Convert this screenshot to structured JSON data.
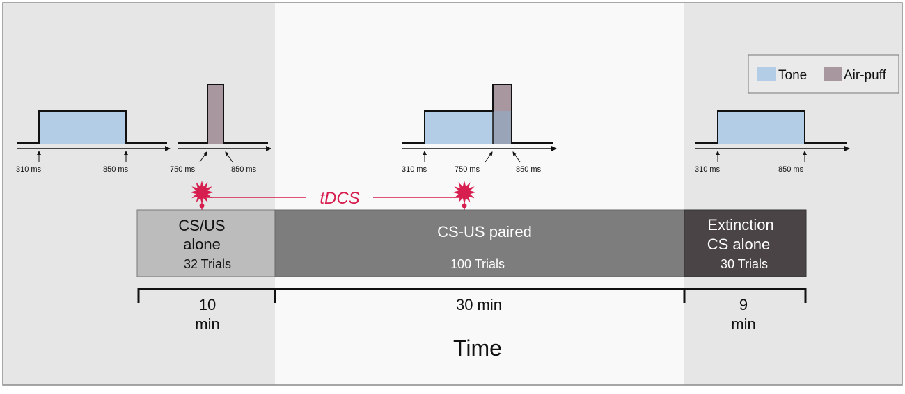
{
  "colors": {
    "bg_side": "#e6e6e6",
    "bg_center": "#f9f9f9",
    "tone": "#b3cde6",
    "airpuff": "#a8979e",
    "overlap": "#9aa4b8",
    "phase1": "#bcbcbc",
    "phase2": "#7d7d7d",
    "phase3": "#4a4446",
    "tdcs": "#d61e4f",
    "ink": "#111111"
  },
  "legend": {
    "tone_label": "Tone",
    "airpuff_label": "Air-puff"
  },
  "tdcs_label": "tDCS",
  "phases": [
    {
      "title_line1": "CS/US",
      "title_line2": "alone",
      "trials": "32 Trials",
      "duration_line1": "10",
      "duration_line2": "min"
    },
    {
      "title_line1": "CS-US paired",
      "title_line2": "",
      "trials": "100 Trials",
      "duration_line1": "30 min",
      "duration_line2": ""
    },
    {
      "title_line1": "Extinction",
      "title_line2": "CS alone",
      "trials": "30 Trials",
      "duration_line1": "9",
      "duration_line2": "min"
    }
  ],
  "time_label": "Time",
  "waveforms": {
    "tone_alone": {
      "t1": "310 ms",
      "t2": "850 ms"
    },
    "puff_alone": {
      "t1": "750 ms",
      "t2": "850 ms"
    },
    "paired": {
      "t1": "310 ms",
      "t2": "750 ms",
      "t3": "850 ms"
    },
    "extinction": {
      "t1": "310 ms",
      "t2": "850 ms"
    }
  }
}
